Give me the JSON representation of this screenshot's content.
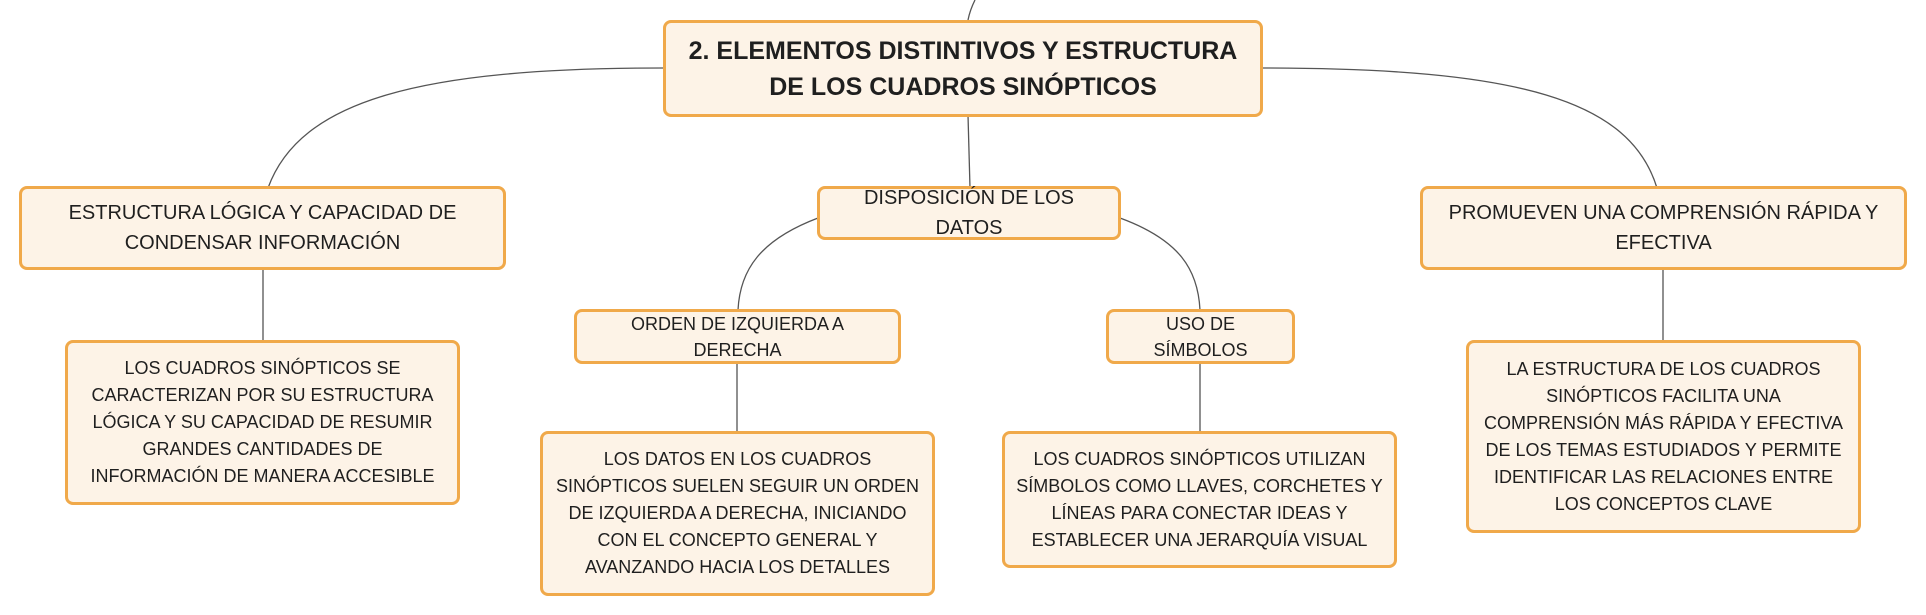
{
  "colors": {
    "node_fill": "#fdf3e7",
    "node_border": "#f0a94a",
    "connector": "#555555",
    "text": "#1f1f1f"
  },
  "root": {
    "title": "2. ELEMENTOS DISTINTIVOS Y ESTRUCTURA DE LOS CUADROS SINÓPTICOS"
  },
  "branches": {
    "left": {
      "label": "ESTRUCTURA LÓGICA Y CAPACIDAD DE CONDENSAR INFORMACIÓN",
      "detail": "LOS CUADROS SINÓPTICOS SE CARACTERIZAN POR SU ESTRUCTURA LÓGICA Y SU CAPACIDAD DE RESUMIR GRANDES CANTIDADES DE INFORMACIÓN DE MANERA ACCESIBLE"
    },
    "center": {
      "label": "DISPOSICIÓN DE LOS DATOS",
      "sub_left": {
        "label": "ORDEN DE IZQUIERDA A DERECHA",
        "detail": "LOS DATOS EN LOS CUADROS SINÓPTICOS SUELEN SEGUIR UN ORDEN DE IZQUIERDA A DERECHA, INICIANDO CON EL CONCEPTO GENERAL Y AVANZANDO HACIA LOS DETALLES"
      },
      "sub_right": {
        "label": "USO DE SÍMBOLOS",
        "detail": "LOS CUADROS SINÓPTICOS UTILIZAN SÍMBOLOS COMO LLAVES, CORCHETES Y LÍNEAS PARA CONECTAR IDEAS Y ESTABLECER UNA JERARQUÍA VISUAL"
      }
    },
    "right": {
      "label": "PROMUEVEN UNA COMPRENSIÓN RÁPIDA Y EFECTIVA",
      "detail": "LA ESTRUCTURA DE LOS CUADROS SINÓPTICOS FACILITA UNA COMPRENSIÓN MÁS RÁPIDA Y EFECTIVA DE LOS TEMAS ESTUDIADOS Y PERMITE IDENTIFICAR LAS RELACIONES ENTRE LOS CONCEPTOS CLAVE"
    }
  }
}
